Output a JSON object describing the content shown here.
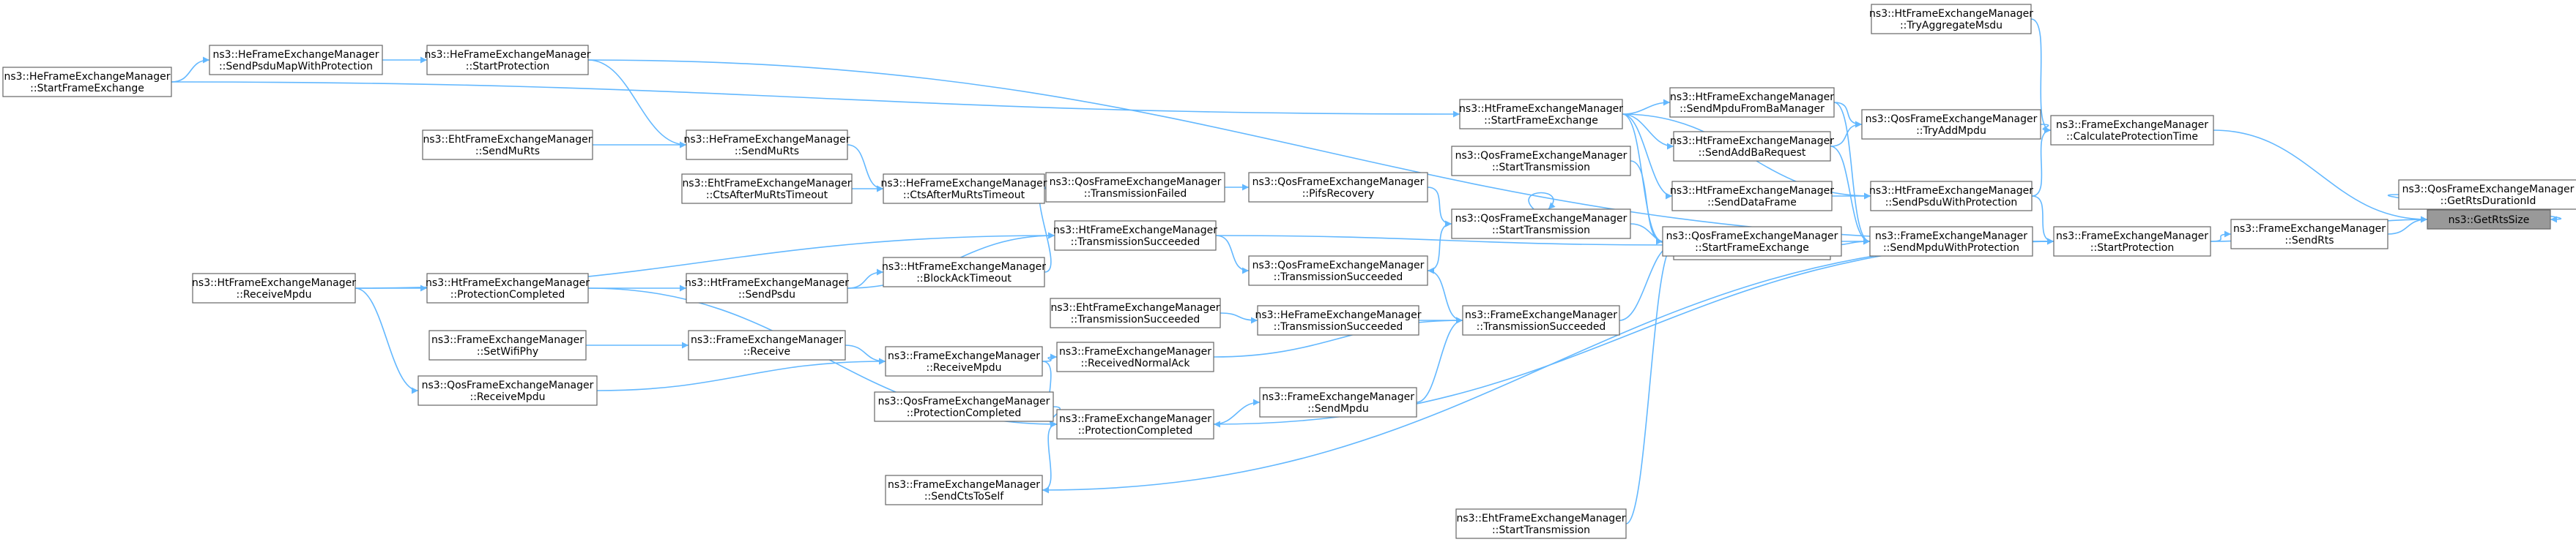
{
  "graph": {
    "title": "",
    "colors": {
      "edge": "#63b8ff",
      "node_border": "#666666",
      "focus_fill": "#999999",
      "node_fill": "#ffffff",
      "text": "#000000"
    },
    "nodes": [
      {
        "id": "getrts",
        "lines": [
          "ns3::GetRtsSize"
        ],
        "focus": true
      },
      {
        "id": "calcprot",
        "lines": [
          "ns3::FrameExchangeManager",
          "::CalculateProtectionTime"
        ]
      },
      {
        "id": "ht_tryagg",
        "lines": [
          "ns3::HtFrameExchangeManager",
          "::TryAggregateMsdu"
        ]
      },
      {
        "id": "qos_getrtsdur",
        "lines": [
          "ns3::QosFrameExchangeManager",
          "::GetRtsDurationId"
        ]
      },
      {
        "id": "fem_sendrts",
        "lines": [
          "ns3::FrameExchangeManager",
          "::SendRts"
        ]
      },
      {
        "id": "fem_startprot",
        "lines": [
          "ns3::FrameExchangeManager",
          "::StartProtection"
        ]
      },
      {
        "id": "qos_tryaddmpdu",
        "lines": [
          "ns3::QosFrameExchangeManager",
          "::TryAddMpdu"
        ]
      },
      {
        "id": "ht_sendpsduwp",
        "lines": [
          "ns3::HtFrameExchangeManager",
          "::SendPsduWithProtection"
        ]
      },
      {
        "id": "fem_sendmpduwp",
        "lines": [
          "ns3::FrameExchangeManager",
          "::SendMpduWithProtection"
        ]
      },
      {
        "id": "fem_starttx",
        "lines": [
          "ns3::FrameExchangeManager",
          "::StartTransmission"
        ]
      },
      {
        "id": "ht_sendmpdufromba",
        "lines": [
          "ns3::HtFrameExchangeManager",
          "::SendMpduFromBaManager"
        ]
      },
      {
        "id": "ht_sendaddba",
        "lines": [
          "ns3::HtFrameExchangeManager",
          "::SendAddBaRequest"
        ]
      },
      {
        "id": "ht_senddataframe",
        "lines": [
          "ns3::HtFrameExchangeManager",
          "::SendDataFrame"
        ]
      },
      {
        "id": "qos_startfe",
        "lines": [
          "ns3::QosFrameExchangeManager",
          "::StartFrameExchange"
        ]
      },
      {
        "id": "ht_startfe",
        "lines": [
          "ns3::HtFrameExchangeManager",
          "::StartFrameExchange"
        ]
      },
      {
        "id": "qos_starttx_top",
        "lines": [
          "ns3::QosFrameExchangeManager",
          "::StartTransmission"
        ]
      },
      {
        "id": "qos_starttx",
        "lines": [
          "ns3::QosFrameExchangeManager",
          "::StartTransmission"
        ]
      },
      {
        "id": "qos_pifs",
        "lines": [
          "ns3::QosFrameExchangeManager",
          "::PifsRecovery"
        ]
      },
      {
        "id": "qos_txsucc",
        "lines": [
          "ns3::QosFrameExchangeManager",
          "::TransmissionSucceeded"
        ]
      },
      {
        "id": "fem_txsucc",
        "lines": [
          "ns3::FrameExchangeManager",
          "::TransmissionSucceeded"
        ]
      },
      {
        "id": "he_txsucc",
        "lines": [
          "ns3::HeFrameExchangeManager",
          "::TransmissionSucceeded"
        ]
      },
      {
        "id": "eht_txsucc",
        "lines": [
          "ns3::EhtFrameExchangeManager",
          "::TransmissionSucceeded"
        ]
      },
      {
        "id": "fem_recvnormalack",
        "lines": [
          "ns3::FrameExchangeManager",
          "::ReceivedNormalAck"
        ]
      },
      {
        "id": "fem_sendmpdu",
        "lines": [
          "ns3::FrameExchangeManager",
          "::SendMpdu"
        ]
      },
      {
        "id": "fem_protcomp",
        "lines": [
          "ns3::FrameExchangeManager",
          "::ProtectionCompleted"
        ]
      },
      {
        "id": "fem_sendctstoself",
        "lines": [
          "ns3::FrameExchangeManager",
          "::SendCtsToSelf"
        ]
      },
      {
        "id": "eht_starttx",
        "lines": [
          "ns3::EhtFrameExchangeManager",
          "::StartTransmission"
        ]
      },
      {
        "id": "qos_txfailed",
        "lines": [
          "ns3::QosFrameExchangeManager",
          "::TransmissionFailed"
        ]
      },
      {
        "id": "ht_txsucc",
        "lines": [
          "ns3::HtFrameExchangeManager",
          "::TransmissionSucceeded"
        ]
      },
      {
        "id": "ht_blockacktimeout",
        "lines": [
          "ns3::HtFrameExchangeManager",
          "::BlockAckTimeout"
        ]
      },
      {
        "id": "fem_recvmpdu",
        "lines": [
          "ns3::FrameExchangeManager",
          "::ReceiveMpdu"
        ]
      },
      {
        "id": "he_ctsaftermurtstimeout",
        "lines": [
          "ns3::HeFrameExchangeManager",
          "::CtsAfterMuRtsTimeout"
        ]
      },
      {
        "id": "eht_ctsaftermurtstimeout",
        "lines": [
          "ns3::EhtFrameExchangeManager",
          "::CtsAfterMuRtsTimeout"
        ]
      },
      {
        "id": "he_sendmurts",
        "lines": [
          "ns3::HeFrameExchangeManager",
          "::SendMuRts"
        ]
      },
      {
        "id": "eht_sendmurts",
        "lines": [
          "ns3::EhtFrameExchangeManager",
          "::SendMuRts"
        ]
      },
      {
        "id": "ht_sendpsdu",
        "lines": [
          "ns3::HtFrameExchangeManager",
          "::SendPsdu"
        ]
      },
      {
        "id": "fem_receive",
        "lines": [
          "ns3::FrameExchangeManager",
          "::Receive"
        ]
      },
      {
        "id": "fem_setwifiphy",
        "lines": [
          "ns3::FrameExchangeManager",
          "::SetWifiPhy"
        ]
      },
      {
        "id": "qos_recvmpdu",
        "lines": [
          "ns3::QosFrameExchangeManager",
          "::ReceiveMpdu"
        ]
      },
      {
        "id": "ht_protcomp",
        "lines": [
          "ns3::HtFrameExchangeManager",
          "::ProtectionCompleted"
        ]
      },
      {
        "id": "ht_recvmpdu",
        "lines": [
          "ns3::HtFrameExchangeManager",
          "::ReceiveMpdu"
        ]
      },
      {
        "id": "qos_protcomp",
        "lines": [
          "ns3::QosFrameExchangeManager",
          "::ProtectionCompleted"
        ]
      },
      {
        "id": "he_startprot",
        "lines": [
          "ns3::HeFrameExchangeManager",
          "::StartProtection"
        ]
      },
      {
        "id": "he_sendpsdumapwp",
        "lines": [
          "ns3::HeFrameExchangeManager",
          "::SendPsduMapWithProtection"
        ]
      },
      {
        "id": "he_startfe",
        "lines": [
          "ns3::HeFrameExchangeManager",
          "::StartFrameExchange"
        ]
      }
    ],
    "edges": [
      {
        "from": "calcprot",
        "to": "getrts"
      },
      {
        "from": "qos_getrtsdur",
        "to": "getrts"
      },
      {
        "from": "fem_sendrts",
        "to": "getrts"
      },
      {
        "from": "fem_startprot",
        "to": "getrts"
      },
      {
        "from": "ht_tryagg",
        "to": "calcprot"
      },
      {
        "from": "qos_tryaddmpdu",
        "to": "calcprot"
      },
      {
        "from": "ht_sendpsduwp",
        "to": "calcprot"
      },
      {
        "from": "fem_startprot",
        "to": "fem_sendrts"
      },
      {
        "from": "fem_sendmpduwp",
        "to": "fem_startprot"
      },
      {
        "from": "ht_sendpsduwp",
        "to": "fem_startprot"
      },
      {
        "from": "he_startprot",
        "to": "fem_startprot"
      },
      {
        "from": "ht_sendmpdufromba",
        "to": "qos_tryaddmpdu"
      },
      {
        "from": "ht_sendaddba",
        "to": "qos_tryaddmpdu"
      },
      {
        "from": "ht_senddataframe",
        "to": "ht_sendpsduwp"
      },
      {
        "from": "ht_startfe",
        "to": "ht_sendpsduwp"
      },
      {
        "from": "fem_starttx",
        "to": "fem_sendmpduwp"
      },
      {
        "from": "qos_startfe",
        "to": "fem_sendmpduwp"
      },
      {
        "from": "ht_sendaddba",
        "to": "fem_sendmpduwp"
      },
      {
        "from": "ht_sendmpdufromba",
        "to": "fem_sendmpduwp"
      },
      {
        "from": "qos_starttx",
        "to": "fem_starttx"
      },
      {
        "from": "fem_txsucc",
        "to": "fem_starttx"
      },
      {
        "from": "ht_txsucc",
        "to": "fem_starttx"
      },
      {
        "from": "eht_starttx",
        "to": "fem_starttx"
      },
      {
        "from": "ht_startfe",
        "to": "ht_sendmpdufromba"
      },
      {
        "from": "ht_startfe",
        "to": "ht_sendaddba"
      },
      {
        "from": "ht_startfe",
        "to": "ht_senddataframe"
      },
      {
        "from": "ht_startfe",
        "to": "qos_startfe"
      },
      {
        "from": "he_startfe",
        "to": "ht_startfe"
      },
      {
        "from": "qos_starttx_top",
        "to": "qos_startfe"
      },
      {
        "from": "qos_starttx",
        "to": "qos_starttx"
      },
      {
        "from": "qos_pifs",
        "to": "qos_starttx"
      },
      {
        "from": "qos_txsucc",
        "to": "qos_starttx"
      },
      {
        "from": "qos_txfailed",
        "to": "qos_pifs"
      },
      {
        "from": "fem_txsucc",
        "to": "qos_txsucc"
      },
      {
        "from": "ht_txsucc",
        "to": "qos_txsucc"
      },
      {
        "from": "he_txsucc",
        "to": "fem_txsucc"
      },
      {
        "from": "fem_recvnormalack",
        "to": "fem_txsucc"
      },
      {
        "from": "fem_sendmpdu",
        "to": "fem_txsucc"
      },
      {
        "from": "eht_txsucc",
        "to": "he_txsucc"
      },
      {
        "from": "fem_recvmpdu",
        "to": "fem_recvnormalack"
      },
      {
        "from": "fem_protcomp",
        "to": "fem_sendmpdu"
      },
      {
        "from": "fem_startprot",
        "to": "fem_protcomp"
      },
      {
        "from": "fem_recvmpdu",
        "to": "fem_protcomp"
      },
      {
        "from": "qos_protcomp",
        "to": "fem_protcomp"
      },
      {
        "from": "ht_protcomp",
        "to": "fem_protcomp"
      },
      {
        "from": "fem_sendctstoself",
        "to": "fem_protcomp"
      },
      {
        "from": "fem_startprot",
        "to": "fem_sendctstoself"
      },
      {
        "from": "he_ctsaftermurtstimeout",
        "to": "qos_txfailed"
      },
      {
        "from": "ht_blockacktimeout",
        "to": "qos_txfailed"
      },
      {
        "from": "ht_sendpsdu",
        "to": "ht_txsucc"
      },
      {
        "from": "ht_recvmpdu",
        "to": "ht_txsucc"
      },
      {
        "from": "ht_sendpsdu",
        "to": "ht_blockacktimeout"
      },
      {
        "from": "fem_receive",
        "to": "fem_recvmpdu"
      },
      {
        "from": "qos_recvmpdu",
        "to": "fem_recvmpdu"
      },
      {
        "from": "eht_ctsaftermurtstimeout",
        "to": "he_ctsaftermurtstimeout"
      },
      {
        "from": "he_sendmurts",
        "to": "he_ctsaftermurtstimeout"
      },
      {
        "from": "eht_sendmurts",
        "to": "he_sendmurts"
      },
      {
        "from": "he_startprot",
        "to": "he_sendmurts"
      },
      {
        "from": "ht_protcomp",
        "to": "ht_sendpsdu"
      },
      {
        "from": "fem_setwifiphy",
        "to": "fem_receive"
      },
      {
        "from": "ht_recvmpdu",
        "to": "qos_recvmpdu"
      },
      {
        "from": "ht_recvmpdu",
        "to": "ht_protcomp"
      },
      {
        "from": "he_sendpsdumapwp",
        "to": "he_startprot"
      },
      {
        "from": "he_startfe",
        "to": "he_sendpsdumapwp"
      }
    ]
  }
}
